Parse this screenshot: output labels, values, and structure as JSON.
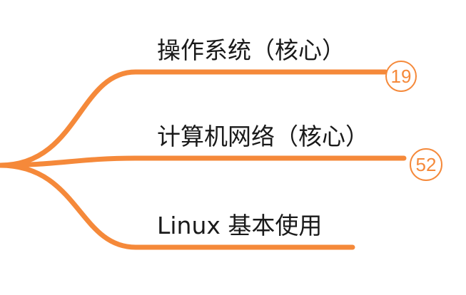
{
  "theme": {
    "branch_color": "#f5893a",
    "text_color": "#1a1a1a",
    "background": "#ffffff"
  },
  "branches": [
    {
      "label": "操作系统（核心）",
      "count": "19"
    },
    {
      "label": "计算机网络（核心）",
      "count": "52"
    },
    {
      "label": "Linux 基本使用",
      "count": ""
    }
  ]
}
